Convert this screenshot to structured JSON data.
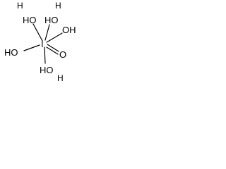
{
  "molecule": {
    "center_label": "I",
    "labels": {
      "ho_upper_left": "HO",
      "ho_upper_right": "HO",
      "oh_right": "OH",
      "ho_left": "HO",
      "o_double": "O",
      "ho_bottom": "HO",
      "h_top_left": "H",
      "h_top_right": "H",
      "h_bottom": "H"
    },
    "bond_color": "#000000"
  }
}
